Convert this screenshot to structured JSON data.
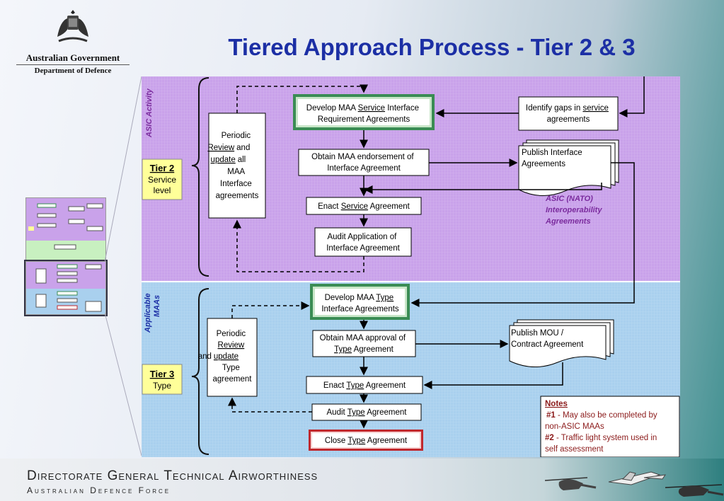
{
  "header": {
    "gov_name": "Australian Government",
    "dept_name": "Department of Defence",
    "title": "Tiered Approach Process - Tier 2 & 3"
  },
  "tier2": {
    "band_label": "ASIC Activity",
    "tier_label": "Tier 2",
    "tier_sub1": "Service",
    "tier_sub2": "level",
    "periodic_lines": [
      "Periodic",
      "Review",
      "and",
      "update",
      "all",
      "MAA",
      "Interface",
      "agreements"
    ],
    "develop": [
      "Develop MAA ",
      "Service",
      " Interface",
      "Requirement Agreements"
    ],
    "identify": [
      "Identify gaps in ",
      "service",
      "agreements"
    ],
    "obtain": [
      "Obtain MAA endorsement of",
      "Interface Agreement"
    ],
    "publish": [
      "Publish Interface",
      "Agreements"
    ],
    "enact": [
      "Enact ",
      "Service",
      " Agreement"
    ],
    "audit": [
      "Audit Application of",
      "Interface Agreement"
    ],
    "asic_note": [
      "ASIC  (NATO)",
      "Interoperability",
      "Agreements"
    ]
  },
  "tier3": {
    "band_label_1": "Applicable",
    "band_label_2": "MAAs",
    "tier_label": "Tier 3",
    "tier_sub": "Type",
    "periodic_lines": [
      "Periodic",
      "Review",
      "and",
      "update",
      "Type",
      "agreement"
    ],
    "develop": [
      "Develop MAA ",
      "Type",
      "Interface Agreements"
    ],
    "obtain": [
      "Obtain MAA approval of",
      "Type",
      " Agreement"
    ],
    "publish": [
      "Publish MOU /",
      "Contract Agreement"
    ],
    "enact": [
      "Enact ",
      "Type",
      " Agreement"
    ],
    "audit": [
      "Audit ",
      "Type",
      " Agreement"
    ],
    "close": [
      "Close ",
      "Type",
      " Agreement"
    ]
  },
  "notes": {
    "heading": "Notes",
    "n1_tag": "#1",
    "n1_text": " - May also be completed by",
    "n1_text2": "non-ASIC MAAs",
    "n2_tag": "#2",
    "n2_text": " - Traffic light system used in",
    "n2_text2": "self assessment"
  },
  "footer": {
    "line1": "Directorate General Technical Airworthiness",
    "line2": "Australian Defence Force"
  },
  "colors": {
    "title": "#1c2fa5",
    "tier2_bg": "#c9a2ea",
    "tier3_bg": "#a9d0ee",
    "tier_label_bg": "#ffff99",
    "develop_border": "#3a8c54",
    "close_border": "#c0282d",
    "notes_heading": "#8b1a1a"
  }
}
